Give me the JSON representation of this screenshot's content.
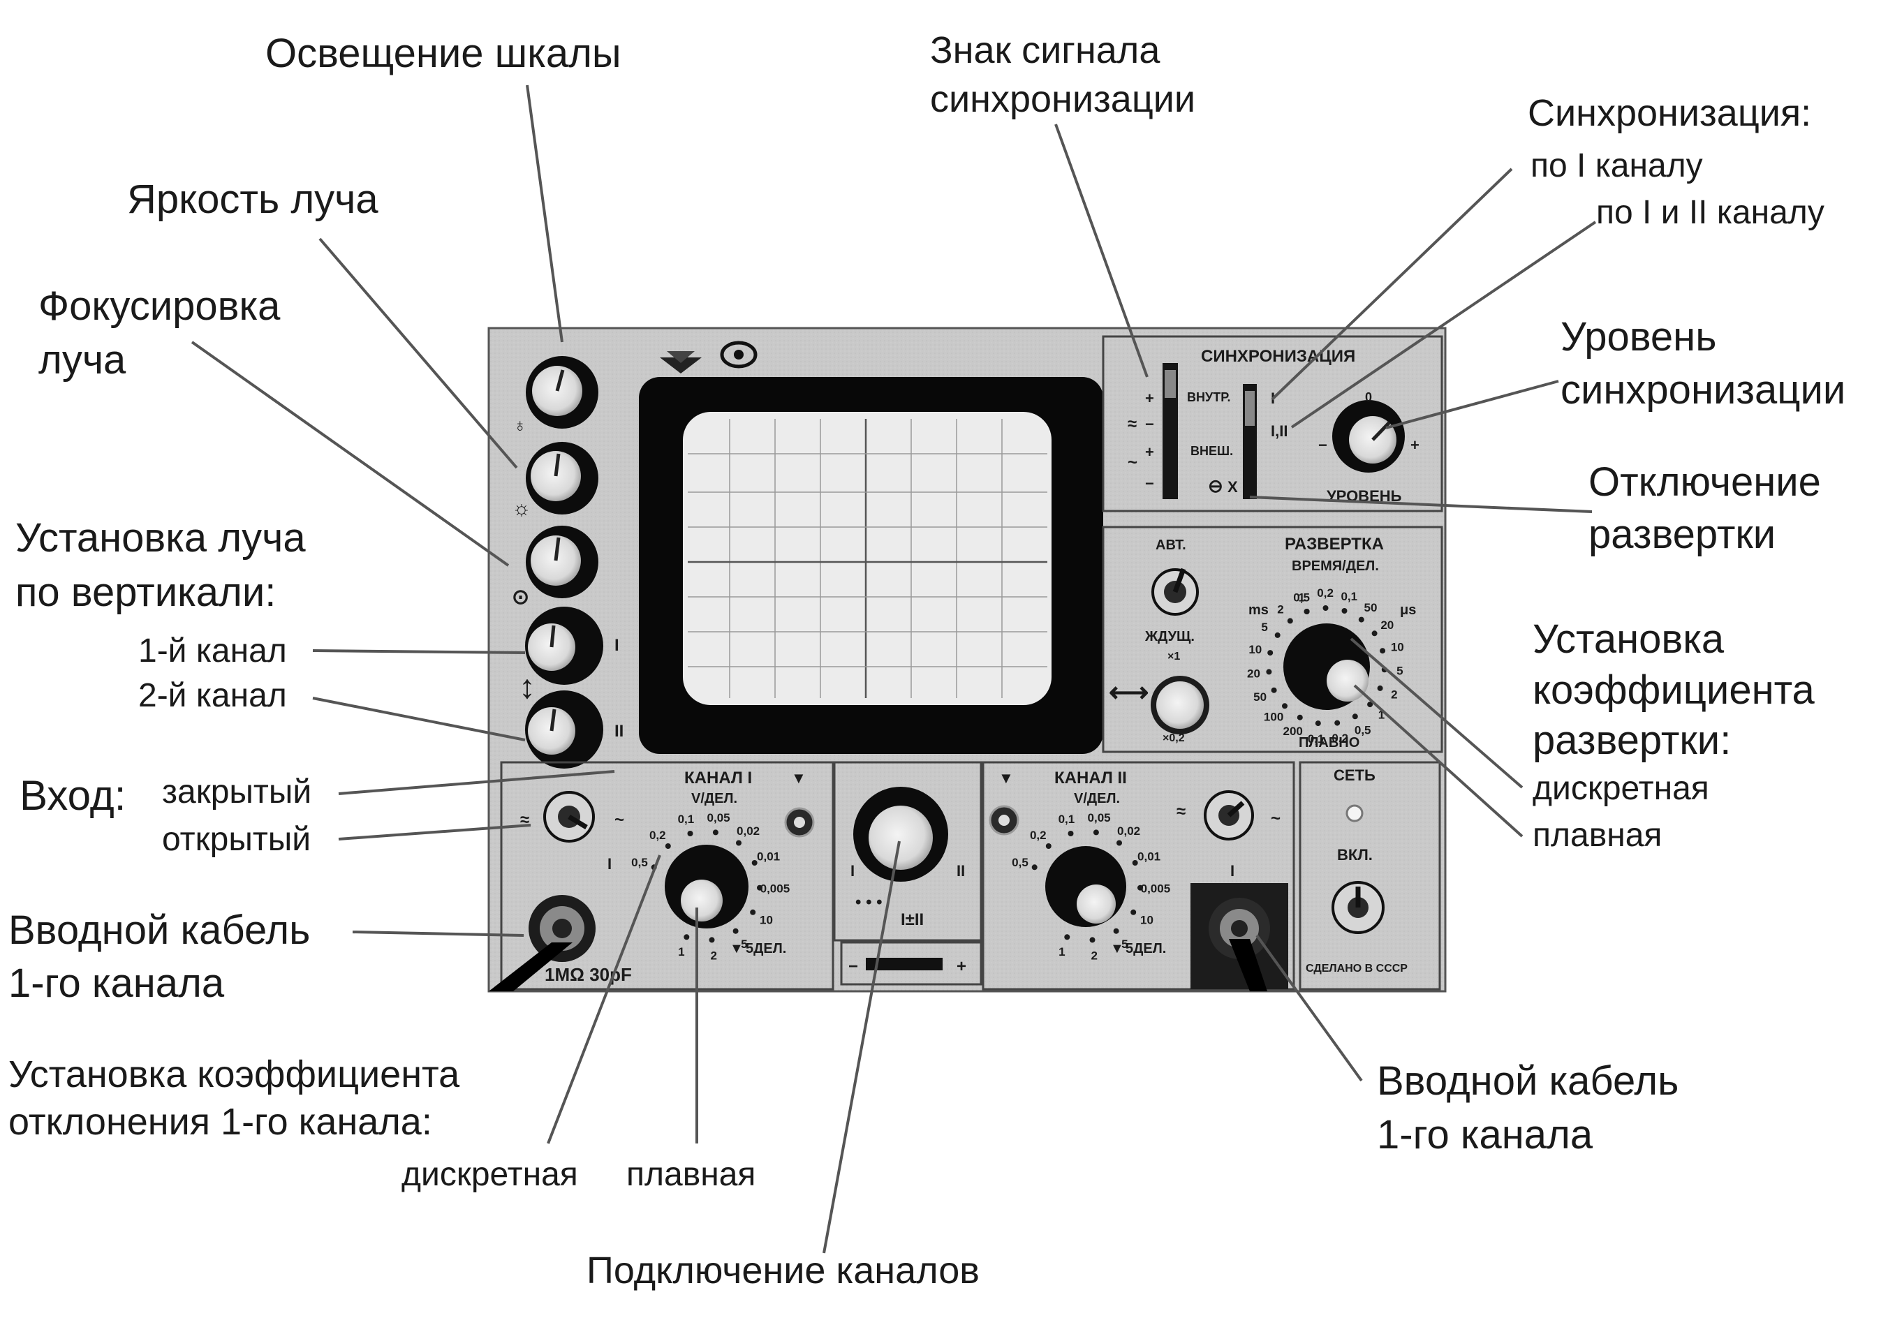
{
  "annotations": {
    "scale_light": "Освещение шкалы",
    "beam_brightness": "Яркость луча",
    "beam_focus_1": "Фокусировка",
    "beam_focus_2": "луча",
    "vertical_pos_1": "Установка луча",
    "vertical_pos_2": "по вертикали:",
    "channel_1": "1-й канал",
    "channel_2": "2-й канал",
    "input": "Вход:",
    "input_closed": "закрытый",
    "input_open": "открытый",
    "cable_left_1": "Вводной кабель",
    "cable_left_2": "1-го канала",
    "deflection_1": "Установка коэффициента",
    "deflection_2": "отклонения 1-го канала:",
    "deflection_discrete": "дискретная",
    "deflection_smooth": "плавная",
    "channel_connect": "Подключение каналов",
    "sync_sign_1": "Знак сигнала",
    "sync_sign_2": "синхронизации",
    "sync_title": "Синхронизация:",
    "sync_ch1": "по I каналу",
    "sync_ch12": "по I и II каналу",
    "sync_level_1": "Уровень",
    "sync_level_2": "синхронизации",
    "sweep_off_1": "Отключение",
    "sweep_off_2": "развертки",
    "sweep_coef_1": "Установка",
    "sweep_coef_2": "коэффициента",
    "sweep_coef_3": "развертки:",
    "sweep_discrete": "дискретная",
    "sweep_smooth": "плавная",
    "cable_right_1": "Вводной кабель",
    "cable_right_2": "1-го канала"
  },
  "panel": {
    "sync_header": "СИНХРОНИЗАЦИЯ",
    "int": "ВНУТР.",
    "ext": "ВНЕШ.",
    "sync_pos_1": "I",
    "sync_pos_12": "I,II",
    "sweep_off_mark": "X",
    "level": "УРОВЕНЬ",
    "level_zero": "0",
    "sweep_header": "РАЗВЕРТКА",
    "time_div": "ВРЕМЯ/ДЕЛ.",
    "auto": "АВТ.",
    "waiting": "ЖДУЩ.",
    "smooth": "ПЛАВНО",
    "ms": "ms",
    "us": "μs",
    "x1": "×1",
    "x02": "×0,2",
    "ch1_header": "КАНАЛ I",
    "ch2_header": "КАНАЛ II",
    "vdiv": "V/ДЕЛ.",
    "five_div": "5ДЕЛ.",
    "capacitance": "1MΩ 30pF",
    "mode_label": "I±II",
    "mode_i": "I",
    "mode_ii": "II",
    "network": "СЕТЬ",
    "on": "ВКЛ.",
    "made_in": "СДЕЛАНО  В  СССР",
    "roman_i": "I",
    "roman_ii": "II",
    "plus": "+",
    "minus": "−",
    "tilde": "~",
    "approx": "≈",
    "sweep_scale": [
      "0,5",
      "0,2",
      "0,1",
      "50",
      "20",
      "10",
      "5",
      "2",
      "1",
      "0,5",
      "0,2",
      "0,1",
      "200",
      "100",
      "50",
      "20",
      "10",
      "5",
      "2",
      "1"
    ],
    "vdiv_scale": [
      "0,5",
      "0,2",
      "0,1",
      "0,05",
      "0,02",
      "0,01",
      "0,005",
      "10",
      "5",
      "2",
      "1"
    ]
  }
}
